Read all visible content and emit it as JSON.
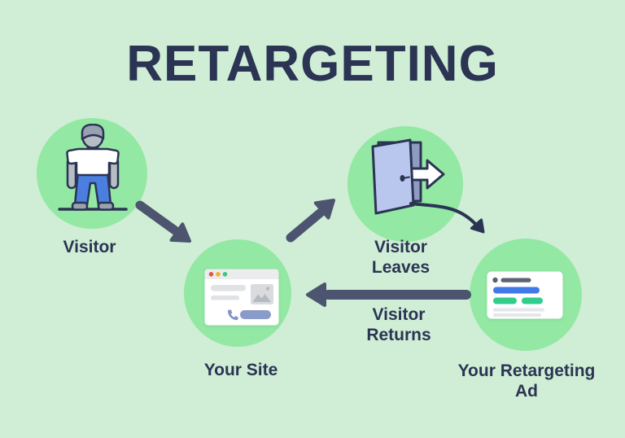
{
  "title": "RETARGETING",
  "palette": {
    "background": "#cfeed5",
    "circle": "#93e8a4",
    "text": "#2b3453",
    "arrow": "#4c546f",
    "outline": "#2b3453",
    "door_light": "#b9c6ee",
    "door_frame": "#8e9cc2",
    "person_skin": "#b7bdc5",
    "person_cap": "#97a1b0",
    "person_pants": "#4a7fe0",
    "person_shoes": "#9aa2ae",
    "browser_bar": "#ececee",
    "browser_dot_red": "#e0584a",
    "browser_dot_yellow": "#f0b42c",
    "browser_dot_green": "#38c787",
    "browser_line_gray": "#e0e2e6",
    "browser_image_gray": "#d9dbdf",
    "browser_button_blue": "#8b9bc9",
    "ad_headline_gray": "#5b6270",
    "ad_line_blue": "#3f7ae8",
    "ad_line_green": "#31cd8c",
    "ad_line_gray": "#e4e6e9"
  },
  "nodes": [
    {
      "id": "visitor",
      "label": "Visitor",
      "icon": "person-icon"
    },
    {
      "id": "your-site",
      "label": "Your Site",
      "icon": "browser-icon"
    },
    {
      "id": "visitor-leaves",
      "label": "Visitor Leaves",
      "icon": "door-exit-icon"
    },
    {
      "id": "retargeting-ad",
      "label": "Your Retargeting Ad",
      "icon": "ad-card-icon"
    }
  ],
  "edges": [
    {
      "from": "visitor",
      "to": "your-site",
      "label": ""
    },
    {
      "from": "your-site",
      "to": "visitor-leaves",
      "label": ""
    },
    {
      "from": "visitor-leaves",
      "to": "retargeting-ad",
      "label": ""
    },
    {
      "from": "retargeting-ad",
      "to": "your-site",
      "label": "Visitor Returns"
    }
  ]
}
